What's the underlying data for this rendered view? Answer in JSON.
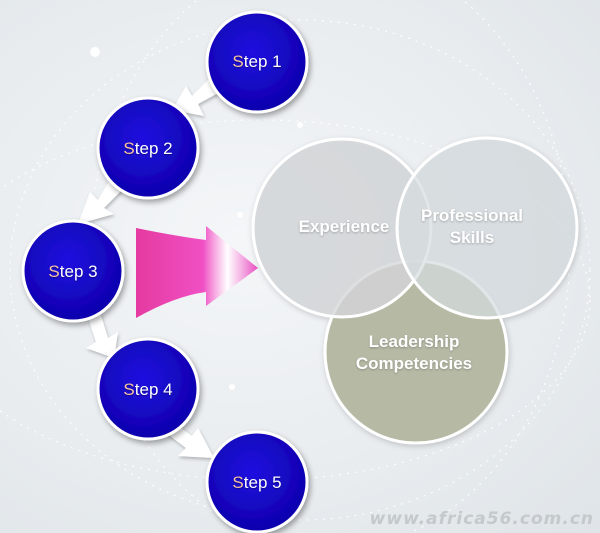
{
  "steps": [
    {
      "label": "Step 1"
    },
    {
      "label": "Step 2"
    },
    {
      "label": "Step 3"
    },
    {
      "label": "Step 4"
    },
    {
      "label": "Step 5"
    }
  ],
  "venn": [
    {
      "label": "Experience",
      "color": "#d3d6d9"
    },
    {
      "label": "Professional\nSkills",
      "color": "#d6dcdf"
    },
    {
      "label": "Leadership\nCompetencies",
      "color": "#b4b8a2"
    }
  ],
  "colors": {
    "step_fill": "#1200c8",
    "step_border": "#ffffff",
    "arrow_pink": "#e040b8",
    "step_initial": "#f7c6a1"
  },
  "icons": {
    "big_arrow": "right-arrow-icon",
    "connectors": "chevron-arrow-icon"
  },
  "watermark": "www.africa56.com.cn"
}
